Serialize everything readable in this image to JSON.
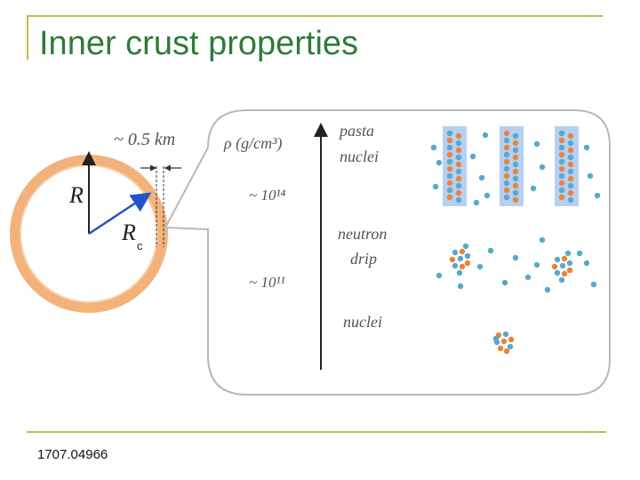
{
  "slide": {
    "title": "Inner crust properties",
    "reference": "1707.04966"
  },
  "figure": {
    "thickness_label": "~ 0.5 km",
    "radius_symbol": "R",
    "core_radius_symbol": "R",
    "core_radius_subscript": "c",
    "density_axis_label": "ρ (g/cm³)",
    "density_ticks": [
      "~ 10¹⁴",
      "~ 10¹¹"
    ],
    "phase_labels": {
      "pasta_line1": "pasta",
      "pasta_line2": "nuclei",
      "drip_line1": "neutron",
      "drip_line2": "drip",
      "nuclei": "nuclei"
    },
    "colors": {
      "crust_ring": "#f2b27a",
      "arrow": "#2255cc",
      "neutron": "#5aa8cc",
      "proton": "#e8843a",
      "pasta_bar": "#a9c8ee",
      "callout_border": "#b8b8b8"
    }
  },
  "frame_color": "#c8b94a",
  "title_color": "#2f7b3a"
}
